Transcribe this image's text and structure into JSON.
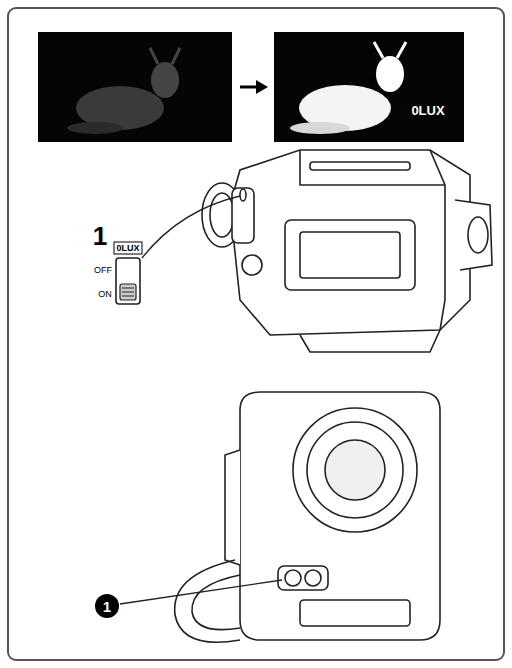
{
  "diagram": {
    "labels": [
      "0LUX",
      "1",
      "0LUX",
      "OFF",
      "ON",
      "1"
    ]
  }
}
